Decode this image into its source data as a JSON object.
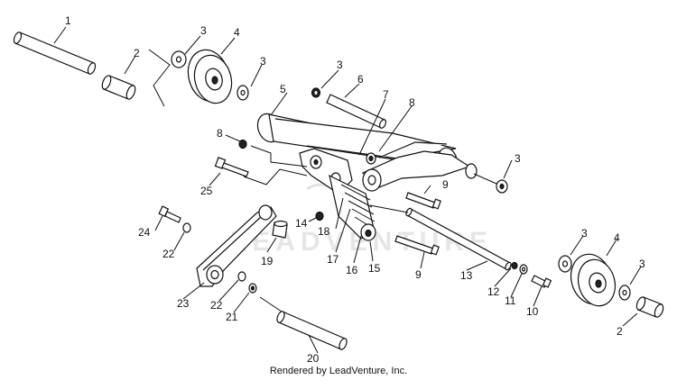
{
  "watermark": "LEADVENTURE",
  "footer": "Rendered by LeadVenture, Inc.",
  "callouts": {
    "c1": "1",
    "c2a": "2",
    "c3a": "3",
    "c4a": "4",
    "c3b": "3",
    "c3c": "3",
    "c5": "5",
    "c6": "6",
    "c7": "7",
    "c8a": "8",
    "c8b": "8",
    "c9a": "9",
    "c3d": "3",
    "c25": "25",
    "c24": "24",
    "c22a": "22",
    "c14": "14",
    "c18": "18",
    "c19": "19",
    "c17": "17",
    "c16": "16",
    "c15": "15",
    "c9b": "9",
    "c13": "13",
    "c12": "12",
    "c11": "11",
    "c10": "10",
    "c3e": "3",
    "c4b": "4",
    "c3f": "3",
    "c2b": "2",
    "c23": "23",
    "c22b": "22",
    "c21": "21",
    "c20": "20"
  },
  "colors": {
    "line": "#111111",
    "watermark": "#e6e6e6",
    "background": "#ffffff"
  }
}
